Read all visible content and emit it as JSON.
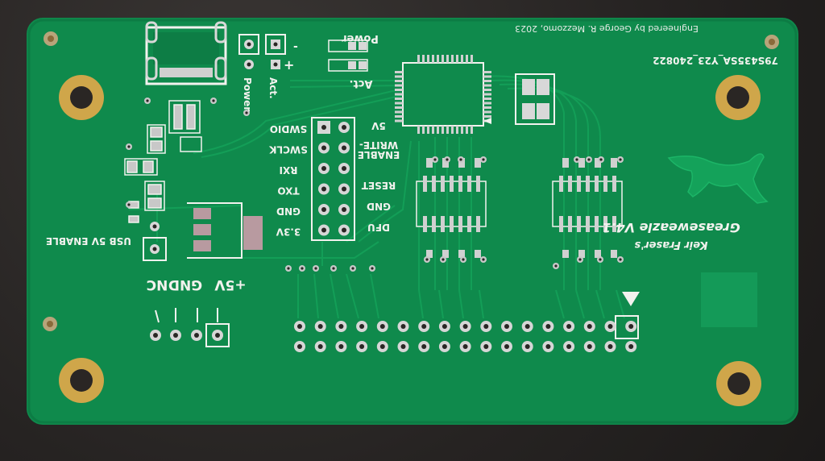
{
  "board": {
    "brand_line1": "Keir Fraser's",
    "brand_line2": "Greaseweazle V4.1",
    "credit": "Engineered by George R. Mezzomo, 2023",
    "serial": "79S435SA_Y23_240822",
    "power_label_top": "Power",
    "act_label_top": "Act.",
    "power_label_side": "Power",
    "act_label_side": "Act.",
    "minus_sign": "-",
    "plus_sign": "+",
    "header_left_labels": [
      "SWDIO",
      "SWCLK",
      "RXI",
      "TXO",
      "GND",
      "3.3V"
    ],
    "header_right_labels": [
      "5V",
      "WRITE-",
      "ENABLE",
      "RESET",
      "GND",
      "DFU"
    ],
    "usb_label": "USB 5V ENABLE",
    "power_pins": [
      "NC",
      "GND",
      "+5V"
    ]
  },
  "colors": {
    "pcb": "#0f8a4c",
    "pcb_edge": "#0b7a42",
    "silkscreen": "#f2f2ee",
    "gold": "#cfa64a",
    "silver": "#c9c9c9"
  }
}
